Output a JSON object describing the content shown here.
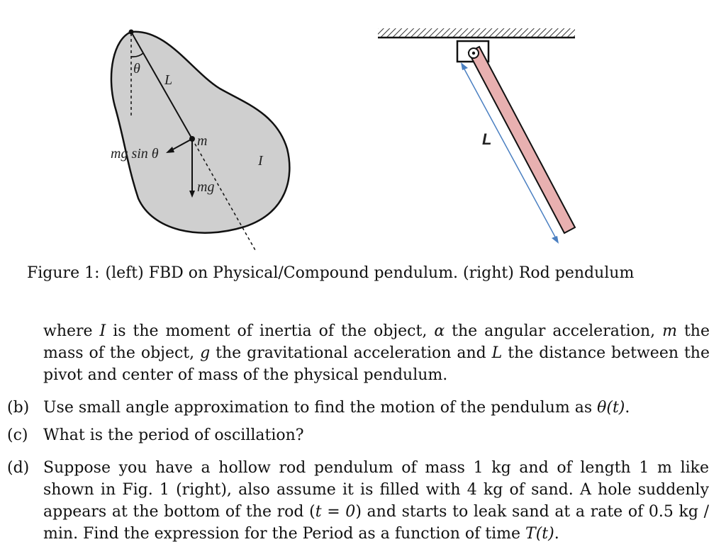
{
  "figure_left": {
    "labels": {
      "theta": "θ",
      "length": "L",
      "mass": "m",
      "restoring_force": "mg sin θ",
      "weight": "mg",
      "inertia": "I"
    }
  },
  "figure_right": {
    "labels": {
      "length": "L"
    },
    "colors": {
      "rod_fill": "#e8b0b0",
      "dimension_line": "#4a7fc1"
    }
  },
  "caption": {
    "label": "Figure 1:",
    "text": "(left) FBD on Physical/Compound pendulum. (right) Rod pendulum"
  },
  "intro_paragraph": {
    "t1": "where ",
    "v1": "I",
    "t2": " is the moment of inertia of the object, ",
    "v2": "α",
    "t3": " the angular acceleration, ",
    "v3": "m",
    "t4": " the mass of the object, ",
    "v4": "g",
    "t5": " the gravitational acceleration and ",
    "v5": "L",
    "t6": " the distance between the pivot and center of mass of the physical pendulum."
  },
  "items": {
    "b": {
      "tag": "(b)",
      "text": "Use small angle approximation to find the motion of the pendulum as ",
      "math": "θ(t)",
      "end": "."
    },
    "c": {
      "tag": "(c)",
      "text": "What is the period of oscillation?"
    },
    "d": {
      "tag": "(d)",
      "text1": "Suppose you have a hollow rod pendulum of mass 1 kg and of length 1 m like shown in Fig. 1 (right), also assume it is filled with 4 kg of sand. A hole suddenly appears at the bottom of the rod (",
      "math1": "t = 0",
      "text2": ") and starts to leak sand at a rate of 0.5 kg / min. Find the expression for the Period as a function of time ",
      "math2": "T(t)",
      "end": "."
    }
  }
}
